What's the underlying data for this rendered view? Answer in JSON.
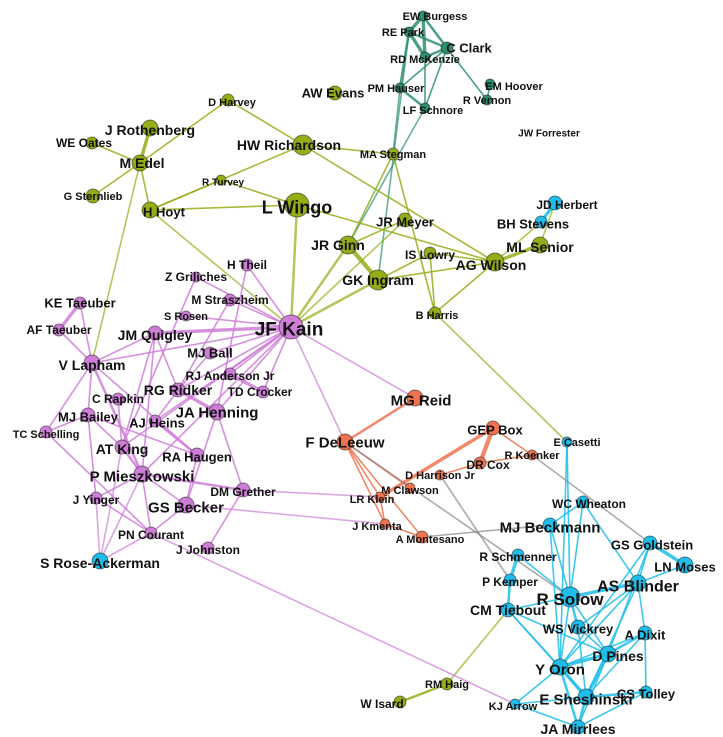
{
  "colors": {
    "purple": "#cf7ed8",
    "teal": "#2c8f70",
    "olive": "#93ae17",
    "orange": "#f07350",
    "cyan": "#1fbde9"
  },
  "nodes": [
    {
      "id": "EW Burgess",
      "group": "teal"
    },
    {
      "id": "RE Park",
      "group": "teal"
    },
    {
      "id": "RD McKenzie",
      "group": "teal"
    },
    {
      "id": "C Clark",
      "group": "teal"
    },
    {
      "id": "PM Hauser",
      "group": "teal"
    },
    {
      "id": "LF Schnore",
      "group": "teal"
    },
    {
      "id": "R Vernon",
      "group": "teal"
    },
    {
      "id": "EM Hoover",
      "group": "teal"
    },
    {
      "id": "JW Forrester",
      "group": "teal"
    },
    {
      "id": "D Harvey",
      "group": "olive"
    },
    {
      "id": "AW Evans",
      "group": "olive"
    },
    {
      "id": "J Rothenberg",
      "group": "olive"
    },
    {
      "id": "WE Oates",
      "group": "olive"
    },
    {
      "id": "M Edel",
      "group": "olive"
    },
    {
      "id": "G Sternlieb",
      "group": "olive"
    },
    {
      "id": "H Hoyt",
      "group": "olive"
    },
    {
      "id": "R Turvey",
      "group": "olive"
    },
    {
      "id": "HW Richardson",
      "group": "olive"
    },
    {
      "id": "MA Stegman",
      "group": "olive"
    },
    {
      "id": "L Wingo",
      "group": "olive"
    },
    {
      "id": "JR Meyer",
      "group": "olive"
    },
    {
      "id": "JR Ginn",
      "group": "olive"
    },
    {
      "id": "IS Lowry",
      "group": "olive"
    },
    {
      "id": "GK Ingram",
      "group": "olive"
    },
    {
      "id": "AG Wilson",
      "group": "olive"
    },
    {
      "id": "ML Senior",
      "group": "olive"
    },
    {
      "id": "B Harris",
      "group": "olive"
    },
    {
      "id": "RM Haig",
      "group": "olive"
    },
    {
      "id": "W Isard",
      "group": "olive"
    },
    {
      "id": "Z Griliches",
      "group": "purple"
    },
    {
      "id": "H Theil",
      "group": "purple"
    },
    {
      "id": "M Straszheim",
      "group": "purple"
    },
    {
      "id": "S Rosen",
      "group": "purple"
    },
    {
      "id": "KE Taeuber",
      "group": "purple"
    },
    {
      "id": "AF Taeuber",
      "group": "purple"
    },
    {
      "id": "JM Quigley",
      "group": "purple"
    },
    {
      "id": "JF Kain",
      "group": "purple"
    },
    {
      "id": "MJ Ball",
      "group": "purple"
    },
    {
      "id": "V Lapham",
      "group": "purple"
    },
    {
      "id": "RJ Anderson Jr",
      "group": "purple"
    },
    {
      "id": "TD Crocker",
      "group": "purple"
    },
    {
      "id": "RG Ridker",
      "group": "purple"
    },
    {
      "id": "C Rapkin",
      "group": "purple"
    },
    {
      "id": "MJ Bailey",
      "group": "purple"
    },
    {
      "id": "AJ Heins",
      "group": "purple"
    },
    {
      "id": "JA Henning",
      "group": "purple"
    },
    {
      "id": "TC Schelling",
      "group": "purple"
    },
    {
      "id": "AT King",
      "group": "purple"
    },
    {
      "id": "RA Haugen",
      "group": "purple"
    },
    {
      "id": "P Mieszkowski",
      "group": "purple"
    },
    {
      "id": "DM Grether",
      "group": "purple"
    },
    {
      "id": "J Yinger",
      "group": "purple"
    },
    {
      "id": "GS Becker",
      "group": "purple"
    },
    {
      "id": "PN Courant",
      "group": "purple"
    },
    {
      "id": "J Johnston",
      "group": "purple"
    },
    {
      "id": "MG Reid",
      "group": "orange"
    },
    {
      "id": "GEP Box",
      "group": "orange"
    },
    {
      "id": "F DeLeeuw",
      "group": "orange"
    },
    {
      "id": "R Koenker",
      "group": "orange"
    },
    {
      "id": "DR Cox",
      "group": "orange"
    },
    {
      "id": "D Harrison Jr",
      "group": "orange"
    },
    {
      "id": "M Clawson",
      "group": "orange"
    },
    {
      "id": "LR Klein",
      "group": "orange"
    },
    {
      "id": "J Kmenta",
      "group": "orange"
    },
    {
      "id": "A Montesano",
      "group": "orange"
    },
    {
      "id": "S Rose-Ackerman",
      "group": "cyan"
    },
    {
      "id": "JD Herbert",
      "group": "cyan"
    },
    {
      "id": "BH Stevens",
      "group": "cyan"
    },
    {
      "id": "E Casetti",
      "group": "cyan"
    },
    {
      "id": "WC Wheaton",
      "group": "cyan"
    },
    {
      "id": "MJ Beckmann",
      "group": "cyan"
    },
    {
      "id": "GS Goldstein",
      "group": "cyan"
    },
    {
      "id": "LN Moses",
      "group": "cyan"
    },
    {
      "id": "R Schmenner",
      "group": "cyan"
    },
    {
      "id": "AS Blinder",
      "group": "cyan"
    },
    {
      "id": "P Kemper",
      "group": "cyan"
    },
    {
      "id": "R Solow",
      "group": "cyan"
    },
    {
      "id": "CM Tiebout",
      "group": "cyan"
    },
    {
      "id": "WS Vickrey",
      "group": "cyan"
    },
    {
      "id": "A Dixit",
      "group": "cyan"
    },
    {
      "id": "D Pines",
      "group": "cyan"
    },
    {
      "id": "Y Oron",
      "group": "cyan"
    },
    {
      "id": "CS Tolley",
      "group": "cyan"
    },
    {
      "id": "E Sheshinski",
      "group": "cyan"
    },
    {
      "id": "KJ Arrow",
      "group": "cyan"
    },
    {
      "id": "JA Mirrlees",
      "group": "cyan"
    }
  ],
  "edges": [
    [
      "EW Burgess",
      "RE Park",
      3
    ],
    [
      "RE Park",
      "RD McKenzie",
      3
    ],
    [
      "EW Burgess",
      "RD McKenzie",
      3
    ],
    [
      "RE Park",
      "C Clark",
      2
    ],
    [
      "EW Burgess",
      "C Clark",
      2
    ],
    [
      "RD McKenzie",
      "C Clark",
      2
    ],
    [
      "RE Park",
      "PM Hauser",
      2
    ],
    [
      "PM Hauser",
      "LF Schnore",
      2
    ],
    [
      "RD McKenzie",
      "LF Schnore",
      1
    ],
    [
      "C Clark",
      "LF Schnore",
      1
    ],
    [
      "C Clark",
      "R Vernon",
      1
    ],
    [
      "EM Hoover",
      "R Vernon",
      1
    ],
    [
      "C Clark",
      "PM Hauser",
      1
    ],
    [
      "PM Hauser",
      "MA Stegman",
      1
    ],
    [
      "LF Schnore",
      "JR Ginn",
      1
    ],
    [
      "RE Park",
      "GK Ingram",
      1
    ],
    [
      "J Rothenberg",
      "M Edel",
      3
    ],
    [
      "WE Oates",
      "M Edel",
      1
    ],
    [
      "M Edel",
      "G Sternlieb",
      1
    ],
    [
      "M Edel",
      "H Hoyt",
      1
    ],
    [
      "D Harvey",
      "M Edel",
      1
    ],
    [
      "D Harvey",
      "HW Richardson",
      1
    ],
    [
      "HW Richardson",
      "MA Stegman",
      1
    ],
    [
      "HW Richardson",
      "H Hoyt",
      1
    ],
    [
      "R Turvey",
      "H Hoyt",
      1
    ],
    [
      "R Turvey",
      "L Wingo",
      1
    ],
    [
      "H Hoyt",
      "L Wingo",
      1
    ],
    [
      "H Hoyt",
      "JF Kain",
      1
    ],
    [
      "M Edel",
      "V Lapham",
      1
    ],
    [
      "L Wingo",
      "JF Kain",
      2
    ],
    [
      "L Wingo",
      "AG Wilson",
      1
    ],
    [
      "JR Meyer",
      "JF Kain",
      1
    ],
    [
      "JR Ginn",
      "GK Ingram",
      4
    ],
    [
      "JR Ginn",
      "JF Kain",
      2
    ],
    [
      "GK Ingram",
      "JF Kain",
      2
    ],
    [
      "MA Stegman",
      "JR Ginn",
      1
    ],
    [
      "MA Stegman",
      "B Harris",
      1
    ],
    [
      "JR Meyer",
      "JR Ginn",
      1
    ],
    [
      "IS Lowry",
      "GK Ingram",
      1
    ],
    [
      "IS Lowry",
      "AG Wilson",
      1
    ],
    [
      "IS Lowry",
      "B Harris",
      1
    ],
    [
      "AG Wilson",
      "ML Senior",
      3
    ],
    [
      "AG Wilson",
      "B Harris",
      1
    ],
    [
      "HW Richardson",
      "AG Wilson",
      1
    ],
    [
      "B Harris",
      "E Casetti",
      1
    ],
    [
      "AG Wilson",
      "BH Stevens",
      1
    ],
    [
      "GK Ingram",
      "AG Wilson",
      1
    ],
    [
      "RM Haig",
      "W Isard",
      2
    ],
    [
      "RM Haig",
      "CM Tiebout",
      1
    ],
    [
      "BH Stevens",
      "JD Herbert",
      3
    ],
    [
      "ML Senior",
      "JD Herbert",
      1
    ],
    [
      "JF Kain",
      "JM Quigley",
      3
    ],
    [
      "JF Kain",
      "Z Griliches",
      1
    ],
    [
      "JF Kain",
      "H Theil",
      1
    ],
    [
      "JF Kain",
      "M Straszheim",
      1
    ],
    [
      "JF Kain",
      "S Rosen",
      1
    ],
    [
      "JF Kain",
      "MJ Ball",
      1
    ],
    [
      "JF Kain",
      "RJ Anderson Jr",
      1
    ],
    [
      "JF Kain",
      "TD Crocker",
      1
    ],
    [
      "JF Kain",
      "RG Ridker",
      1
    ],
    [
      "JF Kain",
      "JA Henning",
      1
    ],
    [
      "JF Kain",
      "AJ Heins",
      1
    ],
    [
      "JF Kain",
      "V Lapham",
      1
    ],
    [
      "JF Kain",
      "F DeLeeuw",
      1
    ],
    [
      "JF Kain",
      "MG Reid",
      1
    ],
    [
      "JF Kain",
      "P Mieszkowski",
      1
    ],
    [
      "JF Kain",
      "AT King",
      1
    ],
    [
      "KE Taeuber",
      "AF Taeuber",
      3
    ],
    [
      "KE Taeuber",
      "V Lapham",
      1
    ],
    [
      "AF Taeuber",
      "V Lapham",
      1
    ],
    [
      "JM Quigley",
      "V Lapham",
      1
    ],
    [
      "JM Quigley",
      "RG Ridker",
      1
    ],
    [
      "JM Quigley",
      "AT King",
      1
    ],
    [
      "JM Quigley",
      "P Mieszkowski",
      1
    ],
    [
      "Z Griliches",
      "AT King",
      1
    ],
    [
      "H Theil",
      "JA Henning",
      1
    ],
    [
      "M Straszheim",
      "RG Ridker",
      1
    ],
    [
      "MJ Ball",
      "RG Ridker",
      1
    ],
    [
      "RJ Anderson Jr",
      "TD Crocker",
      3
    ],
    [
      "RG Ridker",
      "JA Henning",
      3
    ],
    [
      "RG Ridker",
      "AJ Heins",
      1
    ],
    [
      "V Lapham",
      "MJ Bailey",
      1
    ],
    [
      "V Lapham",
      "P Mieszkowski",
      2
    ],
    [
      "V Lapham",
      "TC Schelling",
      1
    ],
    [
      "V Lapham",
      "RA Haugen",
      1
    ],
    [
      "C Rapkin",
      "AT King",
      1
    ],
    [
      "MJ Bailey",
      "AT King",
      1
    ],
    [
      "MJ Bailey",
      "RA Haugen",
      1
    ],
    [
      "MJ Bailey",
      "TC Schelling",
      1
    ],
    [
      "AJ Heins",
      "RA Haugen",
      2
    ],
    [
      "AT King",
      "P Mieszkowski",
      2
    ],
    [
      "P Mieszkowski",
      "GS Becker",
      1
    ],
    [
      "P Mieszkowski",
      "DM Grether",
      2
    ],
    [
      "P Mieszkowski",
      "J Yinger",
      1
    ],
    [
      "P Mieszkowski",
      "PN Courant",
      1
    ],
    [
      "JA Henning",
      "GS Becker",
      1
    ],
    [
      "JA Henning",
      "DM Grether",
      1
    ],
    [
      "RA Haugen",
      "GS Becker",
      1
    ],
    [
      "GS Becker",
      "PN Courant",
      1
    ],
    [
      "DM Grether",
      "J Johnston",
      1
    ],
    [
      "J Yinger",
      "PN Courant",
      1
    ],
    [
      "TC Schelling",
      "PN Courant",
      1
    ],
    [
      "MJ Bailey",
      "J Yinger",
      1
    ],
    [
      "AT King",
      "S Rose-Ackerman",
      1
    ],
    [
      "J Yinger",
      "S Rose-Ackerman",
      1
    ],
    [
      "PN Courant",
      "S Rose-Ackerman",
      1
    ],
    [
      "P Mieszkowski",
      "S Rose-Ackerman",
      1
    ],
    [
      "PN Courant",
      "KJ Arrow",
      1
    ],
    [
      "DM Grether",
      "LR Klein",
      1
    ],
    [
      "GS Becker",
      "J Kmenta",
      1
    ],
    [
      "MG Reid",
      "F DeLeeuw",
      2
    ],
    [
      "F DeLeeuw",
      "LR Klein",
      1
    ],
    [
      "F DeLeeuw",
      "M Clawson",
      1
    ],
    [
      "F DeLeeuw",
      "A Montesano",
      1
    ],
    [
      "F DeLeeuw",
      "J Kmenta",
      1
    ],
    [
      "GEP Box",
      "DR Cox",
      4
    ],
    [
      "GEP Box",
      "R Koenker",
      1
    ],
    [
      "GEP Box",
      "LR Klein",
      3
    ],
    [
      "DR Cox",
      "D Harrison Jr",
      1
    ],
    [
      "DR Cox",
      "R Koenker",
      1
    ],
    [
      "LR Klein",
      "J Kmenta",
      1
    ],
    [
      "J Kmenta",
      "A Montesano",
      1
    ],
    [
      "F DeLeeuw",
      "R Solow",
      1
    ],
    [
      "D Harrison Jr",
      "P Kemper",
      1
    ],
    [
      "A Montesano",
      "MJ Beckmann",
      1
    ],
    [
      "R Koenker",
      "GS Goldstein",
      1
    ],
    [
      "E Casetti",
      "R Solow",
      1
    ],
    [
      "E Casetti",
      "Y Oron",
      1
    ],
    [
      "WC Wheaton",
      "MJ Beckmann",
      1
    ],
    [
      "WC Wheaton",
      "AS Blinder",
      1
    ],
    [
      "WC Wheaton",
      "R Solow",
      1
    ],
    [
      "MJ Beckmann",
      "R Solow",
      1
    ],
    [
      "MJ Beckmann",
      "Y Oron",
      1
    ],
    [
      "GS Goldstein",
      "LN Moses",
      3
    ],
    [
      "GS Goldstein",
      "AS Blinder",
      1
    ],
    [
      "GS Goldstein",
      "Y Oron",
      1
    ],
    [
      "GS Goldstein",
      "D Pines",
      1
    ],
    [
      "LN Moses",
      "AS Blinder",
      1
    ],
    [
      "R Schmenner",
      "P Kemper",
      3
    ],
    [
      "R Schmenner",
      "R Solow",
      1
    ],
    [
      "P Kemper",
      "CM Tiebout",
      2
    ],
    [
      "AS Blinder",
      "R Solow",
      3
    ],
    [
      "AS Blinder",
      "A Dixit",
      1
    ],
    [
      "AS Blinder",
      "WS Vickrey",
      1
    ],
    [
      "AS Blinder",
      "Y Oron",
      1
    ],
    [
      "AS Blinder",
      "E Sheshinski",
      1
    ],
    [
      "R Solow",
      "WS Vickrey",
      2
    ],
    [
      "R Solow",
      "Y Oron",
      1
    ],
    [
      "R Solow",
      "CM Tiebout",
      1
    ],
    [
      "R Solow",
      "D Pines",
      1
    ],
    [
      "CM Tiebout",
      "Y Oron",
      1
    ],
    [
      "CM Tiebout",
      "D Pines",
      1
    ],
    [
      "CM Tiebout",
      "E Sheshinski",
      1
    ],
    [
      "WS Vickrey",
      "D Pines",
      1
    ],
    [
      "WS Vickrey",
      "E Sheshinski",
      1
    ],
    [
      "A Dixit",
      "D Pines",
      2
    ],
    [
      "A Dixit",
      "Y Oron",
      1
    ],
    [
      "A Dixit",
      "CS Tolley",
      1
    ],
    [
      "D Pines",
      "Y Oron",
      3
    ],
    [
      "D Pines",
      "E Sheshinski",
      3
    ],
    [
      "D Pines",
      "JA Mirrlees",
      1
    ],
    [
      "Y Oron",
      "E Sheshinski",
      3
    ],
    [
      "Y Oron",
      "KJ Arrow",
      1
    ],
    [
      "Y Oron",
      "JA Mirrlees",
      2
    ],
    [
      "E Sheshinski",
      "CS Tolley",
      2
    ],
    [
      "E Sheshinski",
      "JA Mirrlees",
      2
    ],
    [
      "E Sheshinski",
      "KJ Arrow",
      1
    ],
    [
      "KJ Arrow",
      "JA Mirrlees",
      1
    ],
    [
      "CS Tolley",
      "JA Mirrlees",
      1
    ],
    [
      "A Dixit",
      "E Sheshinski",
      1
    ]
  ]
}
